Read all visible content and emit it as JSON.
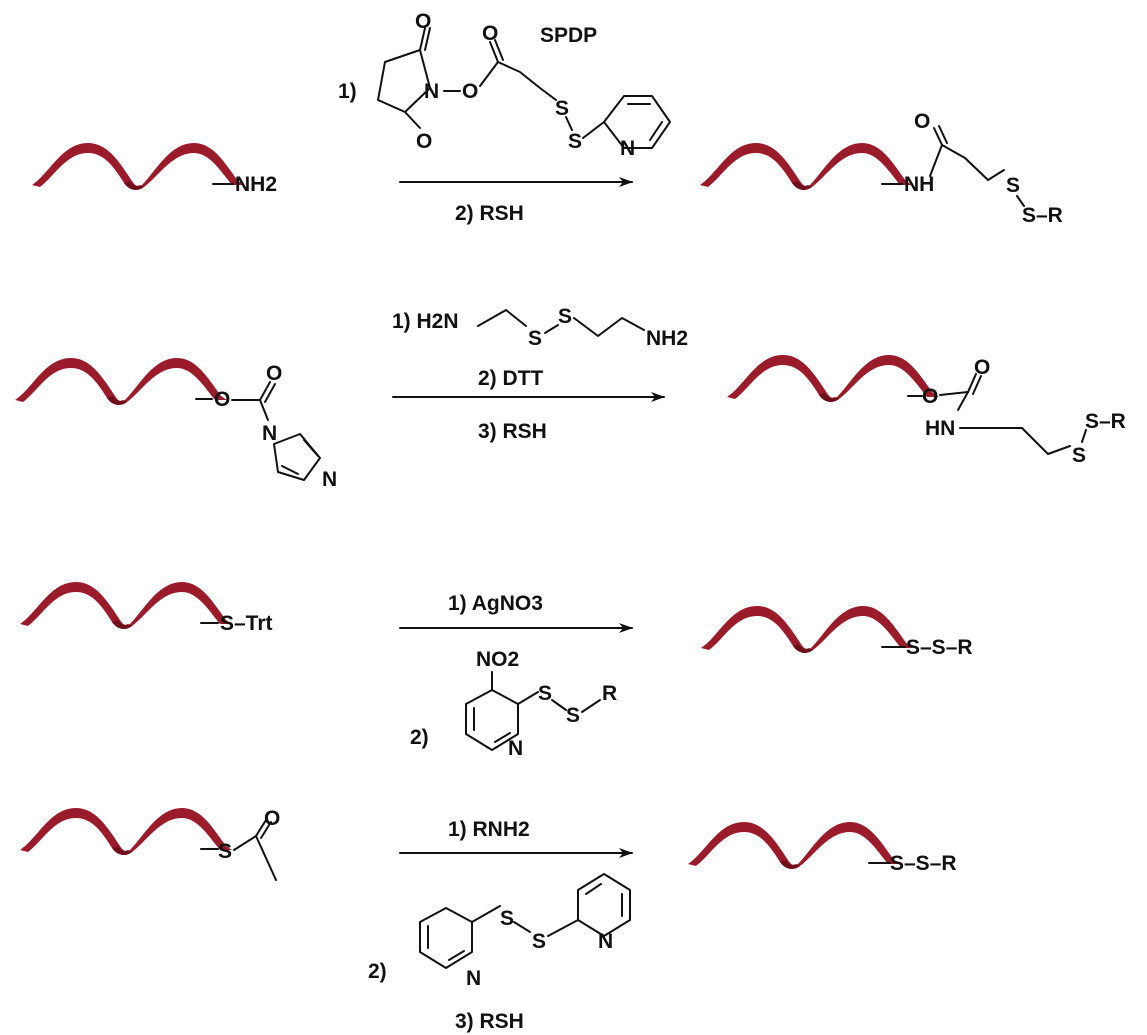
{
  "colors": {
    "ribbon": "#9a1b2a",
    "ribbon_shadow": "#6e0f1c",
    "ink": "#111111"
  },
  "rows": [
    {
      "start_group": "NH2",
      "reagents": {
        "step1": "1)",
        "reagent_name": "SPDP",
        "step2": "2) RSH"
      },
      "product_groups": [
        "NH",
        "S",
        "S–R"
      ]
    },
    {
      "reagents": {
        "step1": "1) H2N",
        "step1_end": "NH2",
        "step2": "2) DTT",
        "step3": "3) RSH"
      },
      "product_groups": [
        "HN",
        "S–R",
        "S"
      ]
    },
    {
      "start_group": "S–Trt",
      "reagents": {
        "step1": "1) AgNO3",
        "step2": "2)",
        "nitro": "NO2",
        "reagent_sub": "S–S–R"
      },
      "product_groups": "S–S–R"
    },
    {
      "reagents": {
        "step1": "1) RNH2",
        "step2": "2)",
        "step3": "3) RSH"
      },
      "product_groups": "S–S–R"
    }
  ]
}
